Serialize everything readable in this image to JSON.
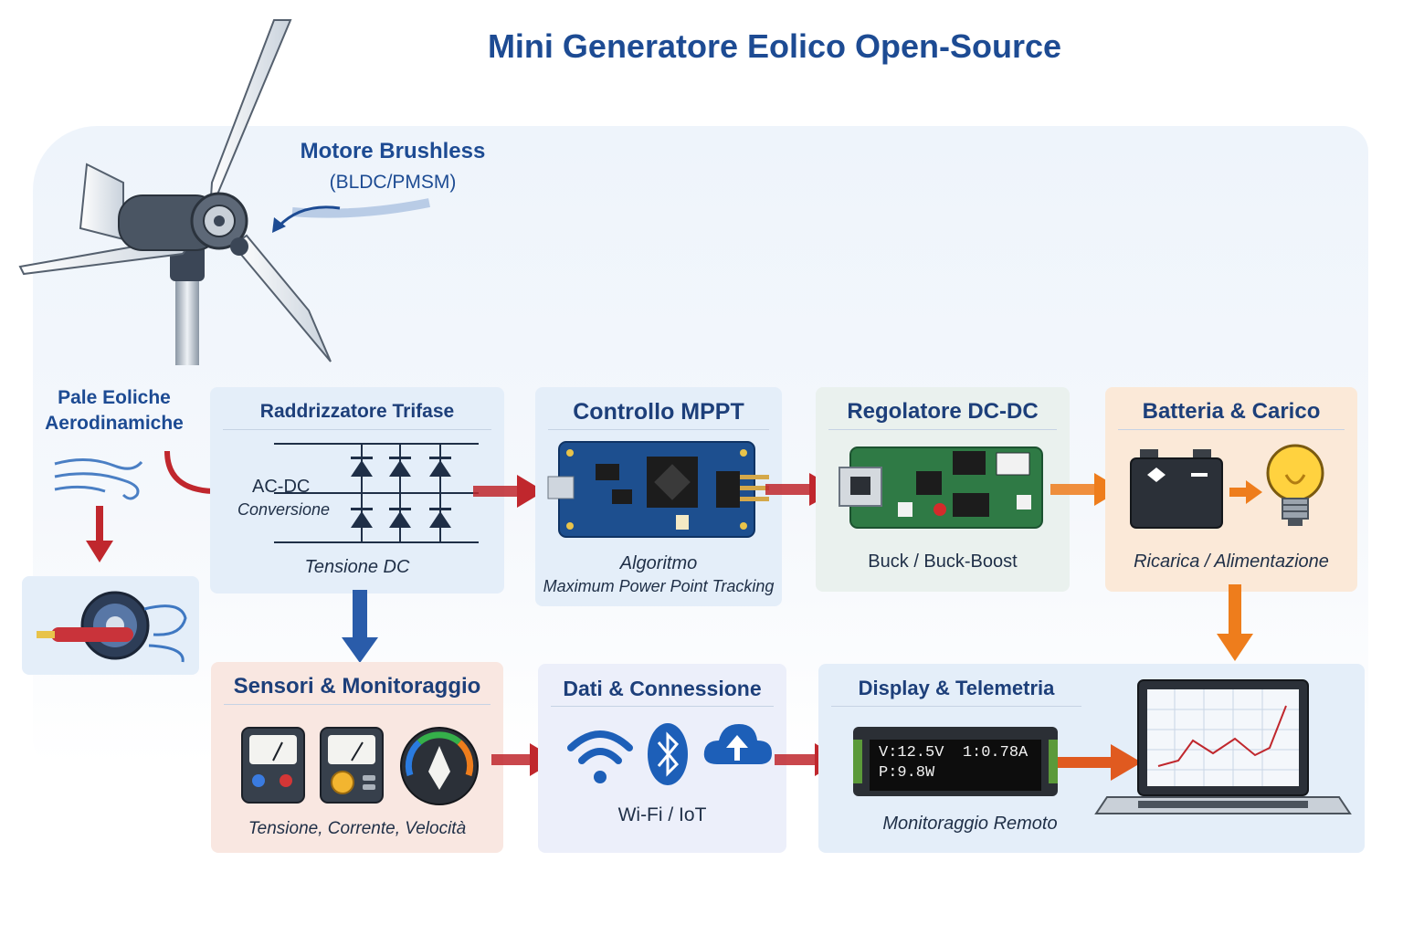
{
  "title": "Mini Generatore Eolico Open-Source",
  "motor": {
    "label": "Motore Brushless",
    "sub": "(BLDC/PMSM)"
  },
  "blades": {
    "line1": "Pale Eoliche",
    "line2": "Aerodinamiche"
  },
  "rectifier": {
    "title": "Raddrizzatore Trifase",
    "ac_dc": "AC-DC",
    "conversion": "Conversione",
    "caption": "Tensione DC"
  },
  "mppt": {
    "title": "Controllo MPPT",
    "caption1": "Algoritmo",
    "caption2": "Maximum Power Point Tracking"
  },
  "regulator": {
    "title": "Regolatore DC-DC",
    "caption": "Buck / Buck-Boost"
  },
  "battery": {
    "title": "Batteria & Carico",
    "caption": "Ricarica / Alimentazione"
  },
  "sensors": {
    "title": "Sensori & Monitoraggio",
    "caption": "Tensione, Corrente, Velocità"
  },
  "data": {
    "title": "Dati & Connessione",
    "caption": "Wi-Fi / IoT"
  },
  "display": {
    "title": "Display & Telemetria",
    "lcd_line1": "V:12.5V  1:0.78A",
    "lcd_line2": "P:9.8W",
    "caption": "Monitoraggio Remoto"
  },
  "colors": {
    "title_blue": "#1d4b93",
    "arrow_red": "#c0272d",
    "arrow_orange": "#ee7d1c",
    "arrow_blue": "#2a5caa",
    "pcb_blue": "#1d4f8f",
    "pcb_green": "#2f7a45"
  },
  "icons": [
    "wind-turbine-icon",
    "wind-icon",
    "motor-icon",
    "diode-bridge-icon",
    "pcb-icon",
    "battery-icon",
    "bulb-icon",
    "gauge-icon",
    "wifi-icon",
    "bluetooth-icon",
    "cloud-upload-icon",
    "lcd-icon",
    "laptop-chart-icon"
  ]
}
